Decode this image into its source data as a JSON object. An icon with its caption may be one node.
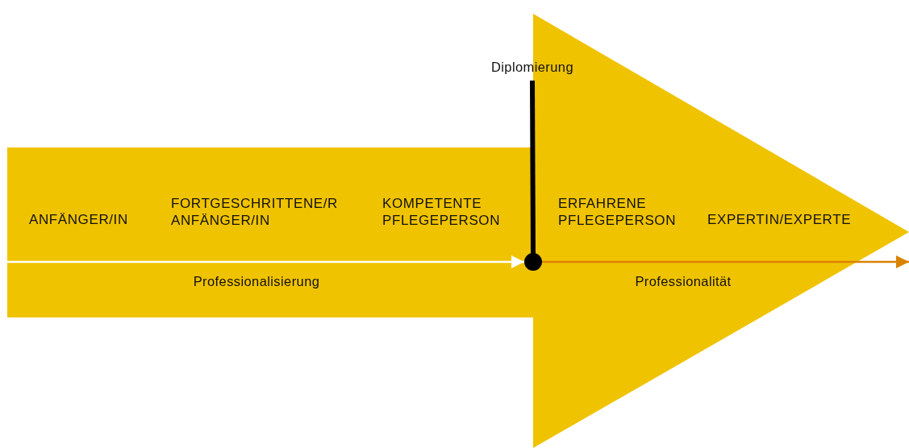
{
  "diagram": {
    "nodes": [
      {
        "text": [
          "Diplomierung"
        ]
      },
      {
        "text": [],
        "shape": "circle"
      }
    ],
    "edges": [
      {
        "from": 0,
        "to": 1,
        "arrow": "none",
        "style": "thick",
        "color": "#000000"
      },
      {
        "from": null,
        "to": 1,
        "arrow": "to",
        "label": "Professionalisierung",
        "color": "#ffffff"
      },
      {
        "from": 1,
        "to": null,
        "arrow": "to",
        "label": "Professionalität",
        "color": "#d98200"
      }
    ],
    "labels": [
      "ANFÄNGER/IN",
      "FORTGESCHRITTENE/R ANFÄNGER/IN",
      "KOMPETENTE PFLEGEPERSON",
      "ERFAHRENE PFLEGEPERSON",
      "EXPERTIN/EXPERTE"
    ]
  }
}
